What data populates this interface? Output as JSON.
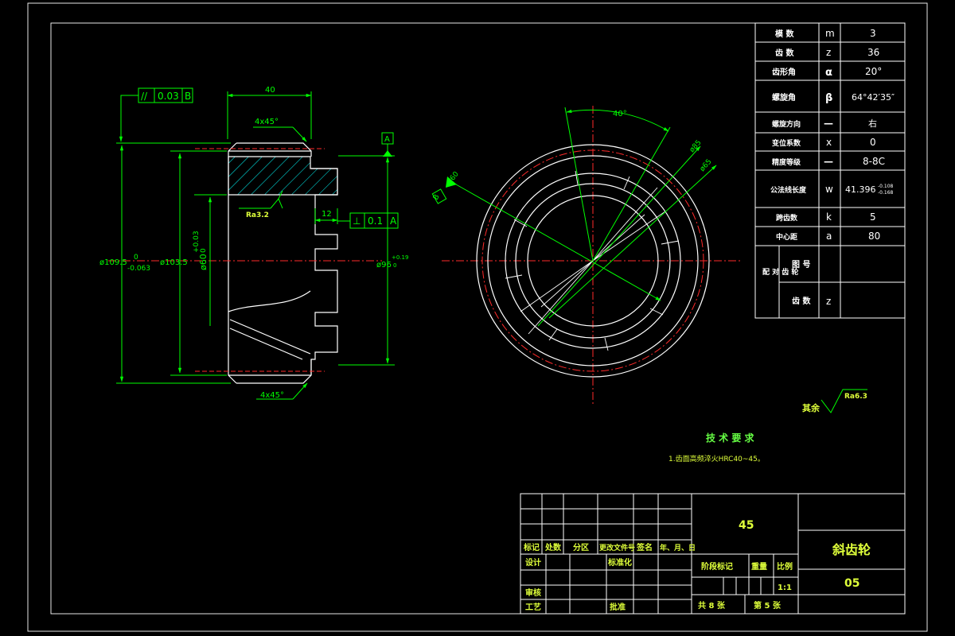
{
  "dims": {
    "width_40": "40",
    "chamfer_top": "4x45°",
    "chamfer_bottom": "4x45°",
    "tol_parallel_sym": "//",
    "tol_parallel_val": "0.03",
    "tol_parallel_ref": "B",
    "tol_perp_sym": "⊥",
    "tol_perp_val": "0.1",
    "tol_perp_ref": "A",
    "datum_a": "A",
    "datum_b": "B",
    "rough_side": "Ra3.2",
    "dim_12": "12",
    "d_1095": "ø109.5",
    "d_1095_tol_up": "0",
    "d_1095_tol_lo": "-0.063",
    "d_1035": "ø103.5",
    "d_60": "ø60",
    "d_60_tol_up": "+0.03",
    "d_60_tol_lo": "0",
    "d_96": "ø96",
    "d_96_tol_up": "+0.19",
    "d_96_tol_lo": "0",
    "angle_40": "40°",
    "d_85": "ø85",
    "d_65": "ø65",
    "d_60_front": "ø60"
  },
  "params": {
    "rows": [
      {
        "name": "模 数",
        "sym": "m",
        "val": "3"
      },
      {
        "name": "齿 数",
        "sym": "z",
        "val": "36"
      },
      {
        "name": "齿形角",
        "sym": "α",
        "val": "20°"
      },
      {
        "name": "螺旋角",
        "sym": "β",
        "val": "64°42′35″"
      },
      {
        "name": "螺旋方向",
        "sym": "—",
        "val": "右"
      },
      {
        "name": "变位系数",
        "sym": "x",
        "val": "0"
      },
      {
        "name": "精度等级",
        "sym": "—",
        "val": "8-8C"
      },
      {
        "name": "公法线长度",
        "sym": "w",
        "val": "41.396",
        "tol_up": "-0.108",
        "tol_lo": "-0.168"
      },
      {
        "name": "跨齿数",
        "sym": "k",
        "val": "5"
      },
      {
        "name": "中心距",
        "sym": "a",
        "val": "80"
      }
    ],
    "mate_label": "配 对 齿 轮",
    "mate_rows": [
      {
        "name": "图 号",
        "val": ""
      },
      {
        "name": "齿 数",
        "val": "z"
      }
    ]
  },
  "surface": {
    "label": "其余",
    "value": "Ra6.3"
  },
  "tech": {
    "title": "技 术 要 求",
    "line1": "1.齿面高频淬火HRC40~45。"
  },
  "titleblock": {
    "material": "45",
    "part_name": "斜齿轮",
    "drawing_no": "05",
    "mark": "标记",
    "count": "处数",
    "zone": "分区",
    "change_doc": "更改文件号",
    "signature": "签名",
    "date": "年、月、日",
    "design": "设计",
    "standardize": "标准化",
    "review": "审核",
    "process": "工艺",
    "approve": "批准",
    "stage_mark": "阶段标记",
    "weight": "重量",
    "scale": "比例",
    "scale_val": "1:1",
    "total_sheets": "共 8 张",
    "sheet_no": "第 5 张"
  }
}
